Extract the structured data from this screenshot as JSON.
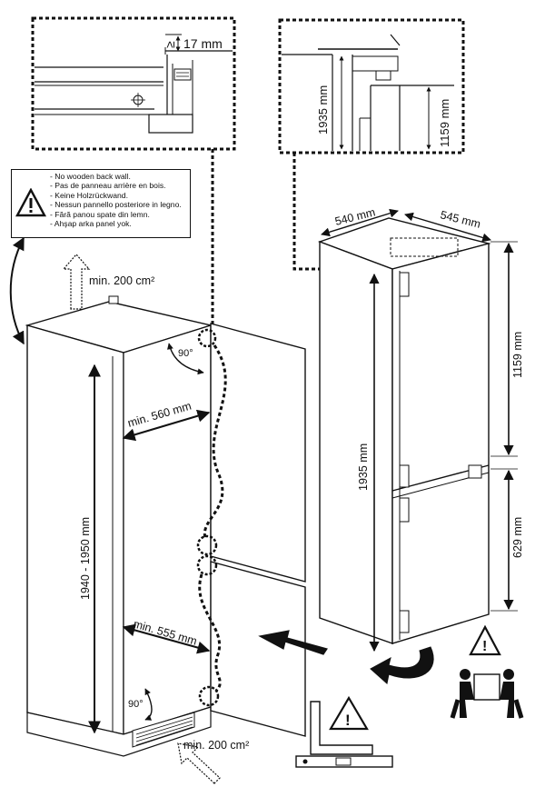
{
  "detail_left": {
    "clearance_label": "17 mm",
    "clearance_symbol": "≥"
  },
  "detail_right": {
    "height_label": "1935 mm",
    "door_label": "1159 mm"
  },
  "warning": {
    "icon": "warning-triangle-icon",
    "lines": [
      "- No wooden back wall.",
      "- Pas de panneau arrière en bois.",
      "- Keine Holzrückwand.",
      "- Nessun pannello posteriore in legno.",
      "- Fără panou spate din lemn.",
      "- Ahşap arka panel yok."
    ]
  },
  "niche": {
    "top_vent": "min. 200 cm²",
    "width_top": "min. 560 mm",
    "height": "1940 - 1950 mm",
    "width_bottom": "min. 555 mm",
    "angle_top": "90°",
    "angle_bottom": "90°",
    "bottom_vent": "min. 200 cm²"
  },
  "appliance": {
    "width": "540 mm",
    "depth": "545 mm",
    "height": "1935 mm",
    "upper_door": "1159 mm",
    "lower_door": "629 mm"
  },
  "icons": {
    "two_person_lift": "two-person-lift-icon",
    "level_tool": "spirit-level-icon"
  }
}
